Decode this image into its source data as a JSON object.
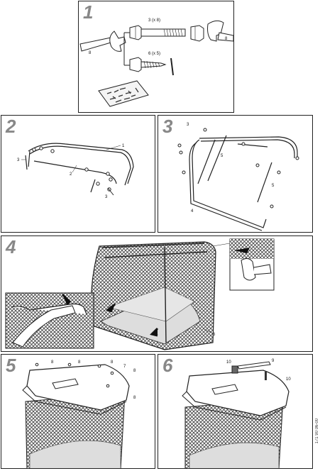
{
  "steps": [
    {
      "number": "1",
      "labels": {
        "bolt_qty": "3 (x 8)",
        "screw_qty": "6 (x 5)",
        "wrench_size": "8"
      }
    },
    {
      "number": "2",
      "labels": {
        "l1": "1",
        "l2": "2",
        "l3a": "3",
        "l3b": "3"
      }
    },
    {
      "number": "3",
      "labels": {
        "l3": "3",
        "l4": "4",
        "l5": "5"
      }
    },
    {
      "number": "4",
      "labels": {
        "l6": "6"
      }
    },
    {
      "number": "5",
      "labels": {
        "l7": "7",
        "l8": "8"
      }
    },
    {
      "number": "6",
      "labels": {
        "l9": "9",
        "l10": "10"
      }
    }
  ],
  "document_id": "171 90 06-00"
}
